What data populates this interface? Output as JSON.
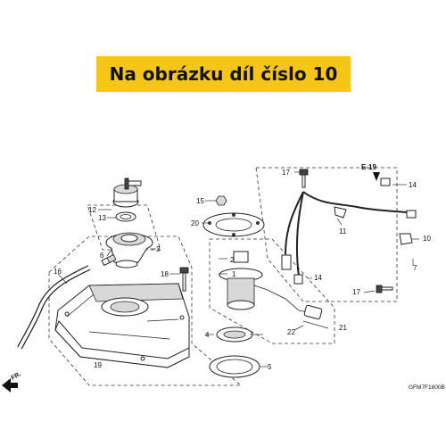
{
  "banner": {
    "text": "Na obrázku díl číslo 10",
    "color": "#f5c518"
  },
  "callouts": [
    "1",
    "2",
    "3",
    "4",
    "5",
    "6",
    "7",
    "10",
    "11",
    "12",
    "13",
    "14",
    "14",
    "15",
    "16",
    "17",
    "17",
    "18",
    "19",
    "20",
    "21",
    "22"
  ],
  "reference": "E-19",
  "direction_label": "FR.",
  "catalog_code": "GFM7F1800B"
}
